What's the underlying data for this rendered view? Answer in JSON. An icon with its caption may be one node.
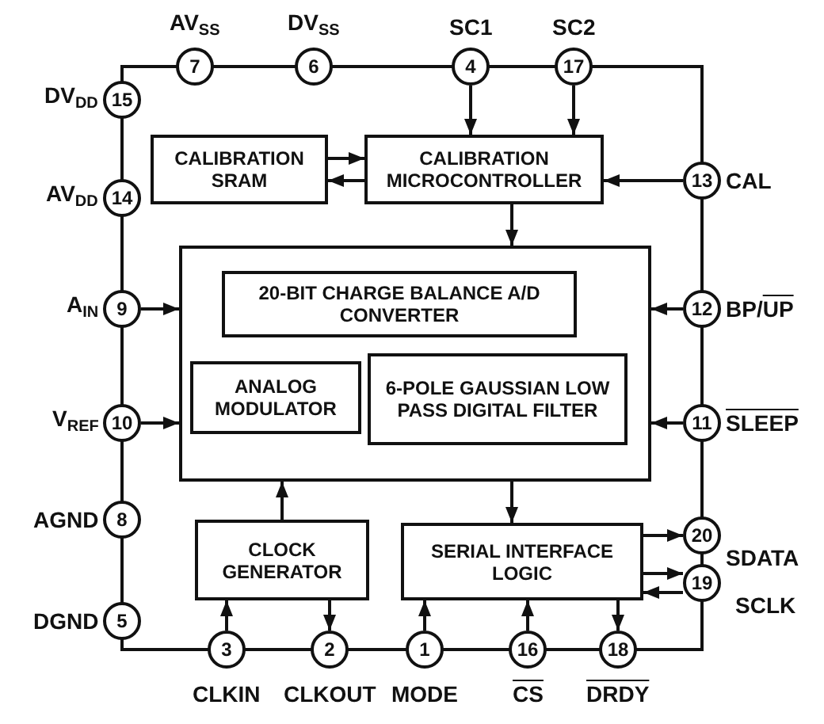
{
  "diagram": {
    "nodes": [
      {
        "text": [
          "CALIBRATION SRAM"
        ]
      },
      {
        "text": [
          "CALIBRATION MICROCONTROLLER"
        ]
      },
      {
        "text": [],
        "shape": "box"
      },
      {
        "text": [
          "20-BIT CHARGE BALANCE A/D CONVERTER"
        ],
        "in": 2
      },
      {
        "text": [
          "ANALOG MODULATOR"
        ],
        "in": 2
      },
      {
        "text": [
          "6-POLE GAUSSIAN LOW PASS DIGITAL FILTER"
        ],
        "in": 2
      },
      {
        "text": [
          "CLOCK GENERATOR"
        ]
      },
      {
        "text": [
          "SERIAL INTERFACE LOGIC"
        ]
      },
      {
        "text": [
          "7"
        ],
        "beside": [
          "AV$_{SS}$"
        ]
      },
      {
        "text": [
          "6"
        ],
        "beside": [
          "DV$_{SS}$"
        ]
      },
      {
        "text": [
          "4"
        ],
        "beside": [
          "SC1"
        ]
      },
      {
        "text": [
          "17"
        ],
        "beside": [
          "SC2"
        ]
      },
      {
        "text": [
          "15"
        ],
        "beside": [
          "DV$_{DD}$"
        ]
      },
      {
        "text": [
          "13"
        ],
        "beside": [
          "CAL"
        ]
      },
      {
        "text": [
          "14"
        ],
        "beside": [
          "AV$_{DD}$"
        ]
      },
      {
        "text": [
          "9"
        ],
        "beside": [
          "A$_{IN}$"
        ]
      },
      {
        "text": [
          "12"
        ],
        "beside": [
          "BP/UP"
        ]
      },
      {
        "text": [
          "10"
        ],
        "beside": [
          "V$_{REF}$"
        ]
      },
      {
        "text": [
          "11"
        ],
        "beside": [
          "SLEEP"
        ]
      },
      {
        "text": [
          "8"
        ],
        "beside": [
          "AGND"
        ]
      },
      {
        "text": [
          "20"
        ],
        "beside": [
          "SDATA"
        ]
      },
      {
        "text": [
          "19"
        ],
        "beside": [
          "SCLK"
        ]
      },
      {
        "text": [
          "5"
        ],
        "beside": [
          "DGND"
        ]
      },
      {
        "text": [
          "3"
        ],
        "beside": [
          "CLKIN"
        ]
      },
      {
        "text": [
          "2"
        ],
        "beside": [
          "CLKOUT"
        ]
      },
      {
        "text": [
          "1"
        ],
        "beside": [
          "MODE"
        ]
      },
      {
        "text": [
          "16"
        ],
        "beside": [
          "CS"
        ]
      },
      {
        "text": [
          "18"
        ],
        "beside": [
          "DRDY"
        ]
      }
    ],
    "edges": [
      {
        "from": 0,
        "to": 1,
        "arrow": "to"
      },
      {
        "from": 1,
        "to": 0,
        "arrow": "to"
      },
      {
        "from": 10,
        "to": 1,
        "arrow": "to"
      },
      {
        "from": 11,
        "to": 1,
        "arrow": "to"
      },
      {
        "from": 13,
        "to": 1,
        "arrow": "to"
      },
      {
        "from": 1,
        "to": 2,
        "arrow": "to"
      },
      {
        "from": 15,
        "to": 2,
        "arrow": "to"
      },
      {
        "from": 17,
        "to": 2,
        "arrow": "to"
      },
      {
        "from": 16,
        "to": 2,
        "arrow": "to"
      },
      {
        "from": 18,
        "to": 2,
        "arrow": "to"
      },
      {
        "from": 6,
        "to": 2,
        "arrow": "to"
      },
      {
        "from": 2,
        "to": 7,
        "arrow": "to"
      },
      {
        "from": 7,
        "to": 20,
        "arrow": "to"
      },
      {
        "from": 7,
        "to": 21,
        "arrow": "to"
      },
      {
        "from": 21,
        "to": 7,
        "arrow": "to"
      },
      {
        "from": 23,
        "to": 6,
        "arrow": "to"
      },
      {
        "from": 6,
        "to": 24,
        "arrow": "to"
      },
      {
        "from": 25,
        "to": 7,
        "arrow": "to"
      },
      {
        "from": 26,
        "to": 7,
        "arrow": "to"
      },
      {
        "from": 7,
        "to": 27,
        "arrow": "to"
      }
    ]
  }
}
